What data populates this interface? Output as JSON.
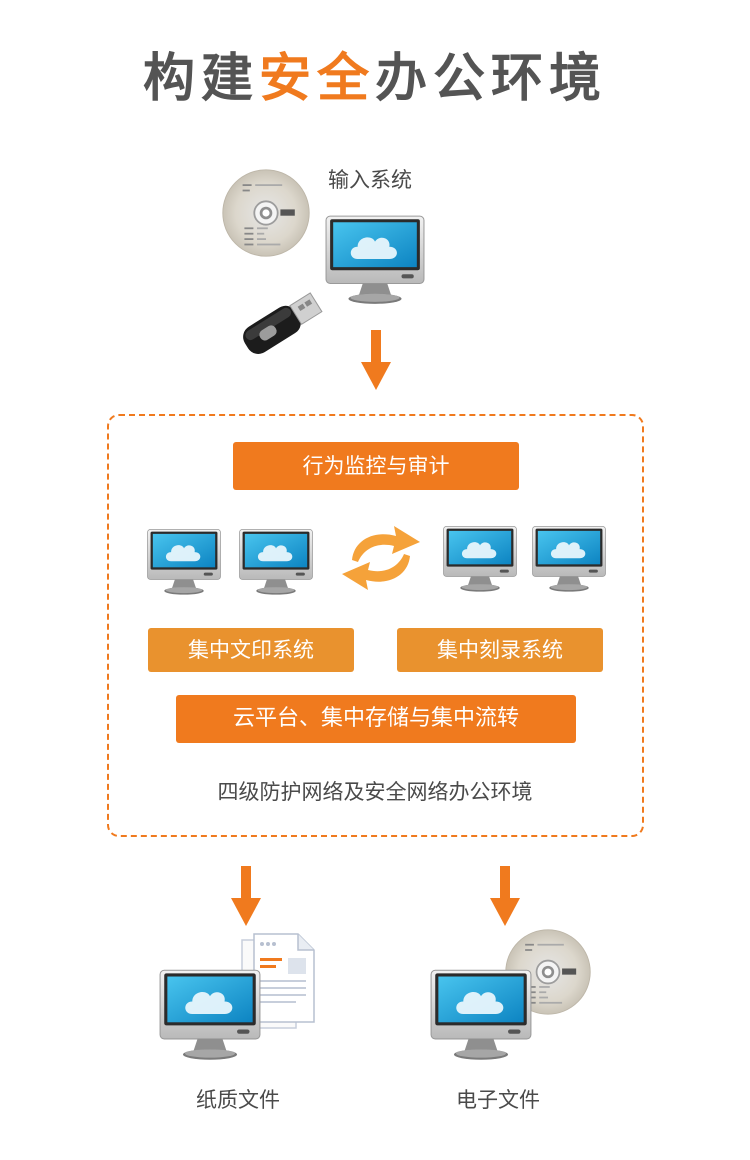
{
  "title": {
    "prefix": "构建",
    "highlight": "安全",
    "suffix": "办公环境"
  },
  "input_system": {
    "label": "输入系统",
    "icons": [
      "disc-icon",
      "usb-drive-icon",
      "monitor-icon"
    ]
  },
  "audit": {
    "label": "行为监控与审计"
  },
  "print_system": {
    "label": "集中文印系统"
  },
  "burn_system": {
    "label": "集中刻录系统"
  },
  "cloud_platform": {
    "label": "云平台、集中存储与集中流转"
  },
  "network_note": {
    "label": "四级防护网络及安全网络办公环境"
  },
  "outputs": [
    {
      "label": "纸质文件",
      "icons": [
        "monitor-icon",
        "document-icon"
      ]
    },
    {
      "label": "电子文件",
      "icons": [
        "monitor-icon",
        "disc-icon"
      ]
    }
  ],
  "colors": {
    "accent": "#f07a1e",
    "amber": "#e9922e",
    "text": "#545454",
    "screen": "#1aa6d8"
  }
}
